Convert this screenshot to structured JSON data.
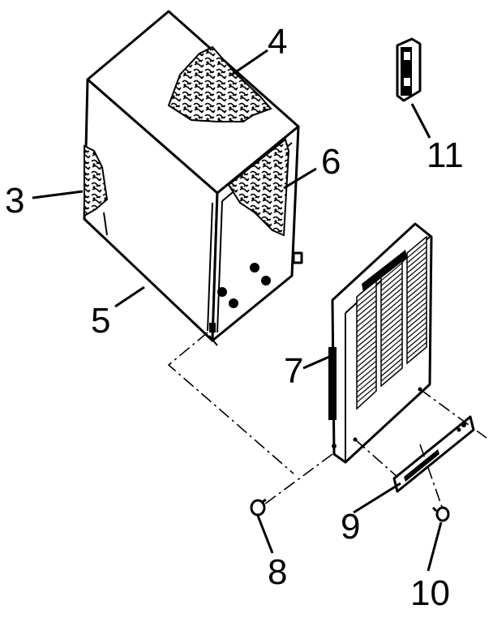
{
  "diagram": {
    "callouts": {
      "c3": "3",
      "c4": "4",
      "c5": "5",
      "c6": "6",
      "c7": "7",
      "c8": "8",
      "c9": "9",
      "c10": "10",
      "c11": "11"
    }
  }
}
